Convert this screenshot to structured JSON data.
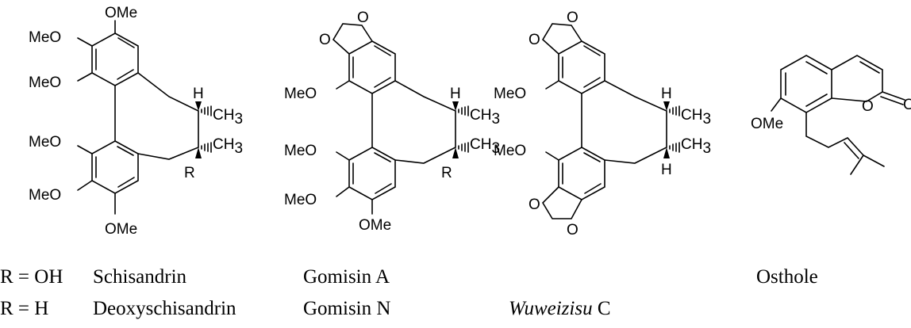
{
  "structures": {
    "s1": {
      "ome_top": "OMe",
      "meo_1": "MeO",
      "meo_2": "MeO",
      "meo_3": "MeO",
      "meo_4": "MeO",
      "ome_bottom": "OMe",
      "h": "H",
      "ch": "CH",
      "sub3": "3",
      "r": "R"
    },
    "s2": {
      "o1": "O",
      "o2": "O",
      "meo_1": "MeO",
      "meo_2": "MeO",
      "meo_3": "MeO",
      "ome_bottom": "OMe",
      "h": "H",
      "ch": "CH",
      "sub3": "3",
      "r": "R"
    },
    "s3": {
      "o1": "O",
      "o2": "O",
      "o3": "O",
      "o4": "O",
      "meo_1": "MeO",
      "meo_2": "MeO",
      "h1": "H",
      "h2": "H",
      "ch": "CH",
      "sub3": "3"
    },
    "s4": {
      "o_ring": "O",
      "o_carbonyl": "O",
      "ome": "OMe"
    }
  },
  "legend": {
    "row1": {
      "r": "R = OH",
      "c1": "Schisandrin",
      "c2": "Gomisin A",
      "c4": "Osthole"
    },
    "row2": {
      "r": "R = H",
      "c1": "Deoxyschisandrin",
      "c2": "Gomisin N",
      "c3_italic": "Wuweizisu",
      "c3_rest": " C"
    }
  }
}
